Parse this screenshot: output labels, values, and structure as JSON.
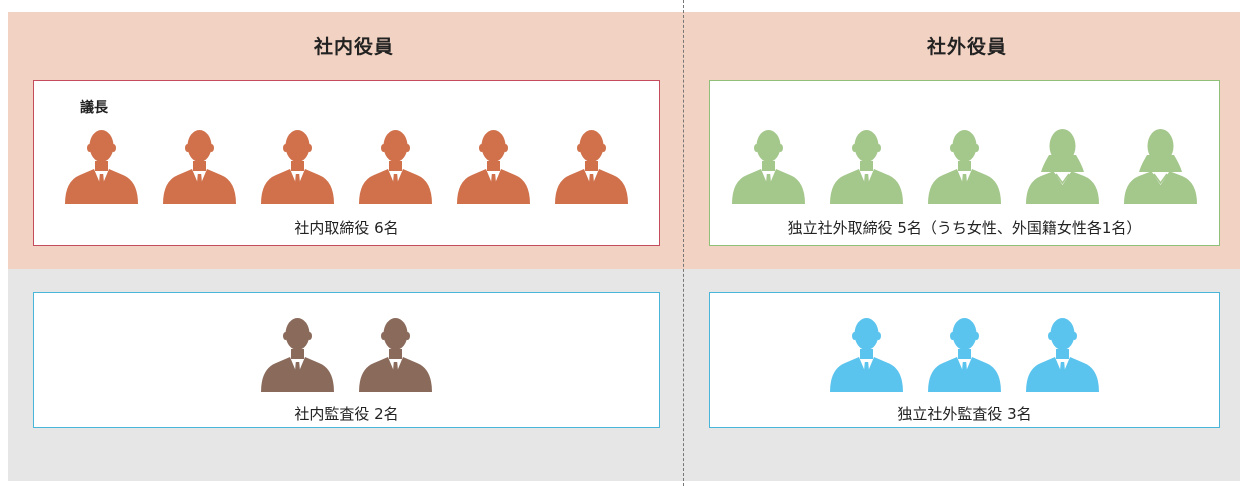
{
  "sections": {
    "internal": {
      "title": "社内役員",
      "directors": {
        "badge": "議長",
        "label": "社内取締役 6名",
        "count": 6,
        "figures": [
          "male",
          "male",
          "male",
          "male",
          "male",
          "male"
        ],
        "color": "#d0714c",
        "border": "#c44c5c"
      },
      "auditors": {
        "label": "社内監査役 2名",
        "count": 2,
        "figures": [
          "male",
          "male"
        ],
        "color": "#8a6a5b",
        "border": "#49b6d8"
      }
    },
    "external": {
      "title": "社外役員",
      "directors": {
        "label": "独立社外取締役 5名（うち女性、外国籍女性各1名）",
        "count": 5,
        "figures": [
          "male",
          "male",
          "male",
          "female",
          "female"
        ],
        "color": "#a4c78c",
        "border": "#8fbf79"
      },
      "auditors": {
        "label": "独立社外監査役 3名",
        "count": 3,
        "figures": [
          "male",
          "male",
          "male"
        ],
        "color": "#5bc4ee",
        "border": "#49b6d8"
      }
    }
  },
  "colors": {
    "band_top": "#f2d2c2",
    "band_bottom": "#e6e6e6"
  }
}
